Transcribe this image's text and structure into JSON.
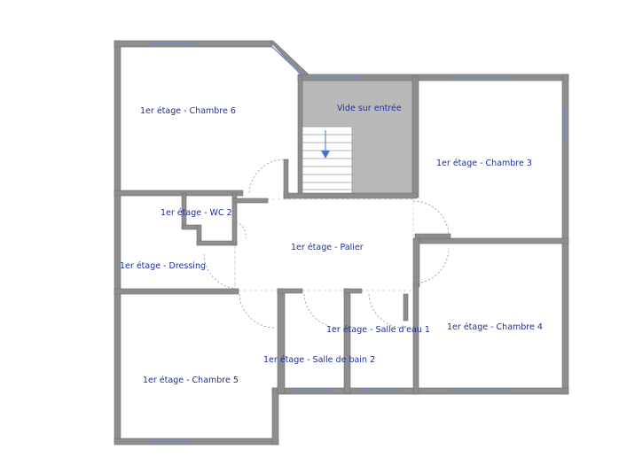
{
  "rooms": {
    "chambre6": "1er étage - Chambre 6",
    "vide": "Vide sur entrée",
    "chambre3": "1er étage - Chambre 3",
    "wc2": "1er étage - WC 2",
    "palier": "1er étage - Palier",
    "dressing": "1er étage - Dressing",
    "salle_eau1": "1er étage - Salle d'eau 1",
    "chambre4": "1er étage - Chambre 4",
    "salle_bain2": "1er étage - Salle de bain 2",
    "chambre5": "1er étage - Chambre 5"
  },
  "colors": {
    "wall": "#8e8e8e",
    "label": "#1f2f99",
    "window": "#6b8fd8",
    "void_fill": "#b9b9b9"
  },
  "icons": {
    "stair_arrow": "arrow-down-icon"
  }
}
